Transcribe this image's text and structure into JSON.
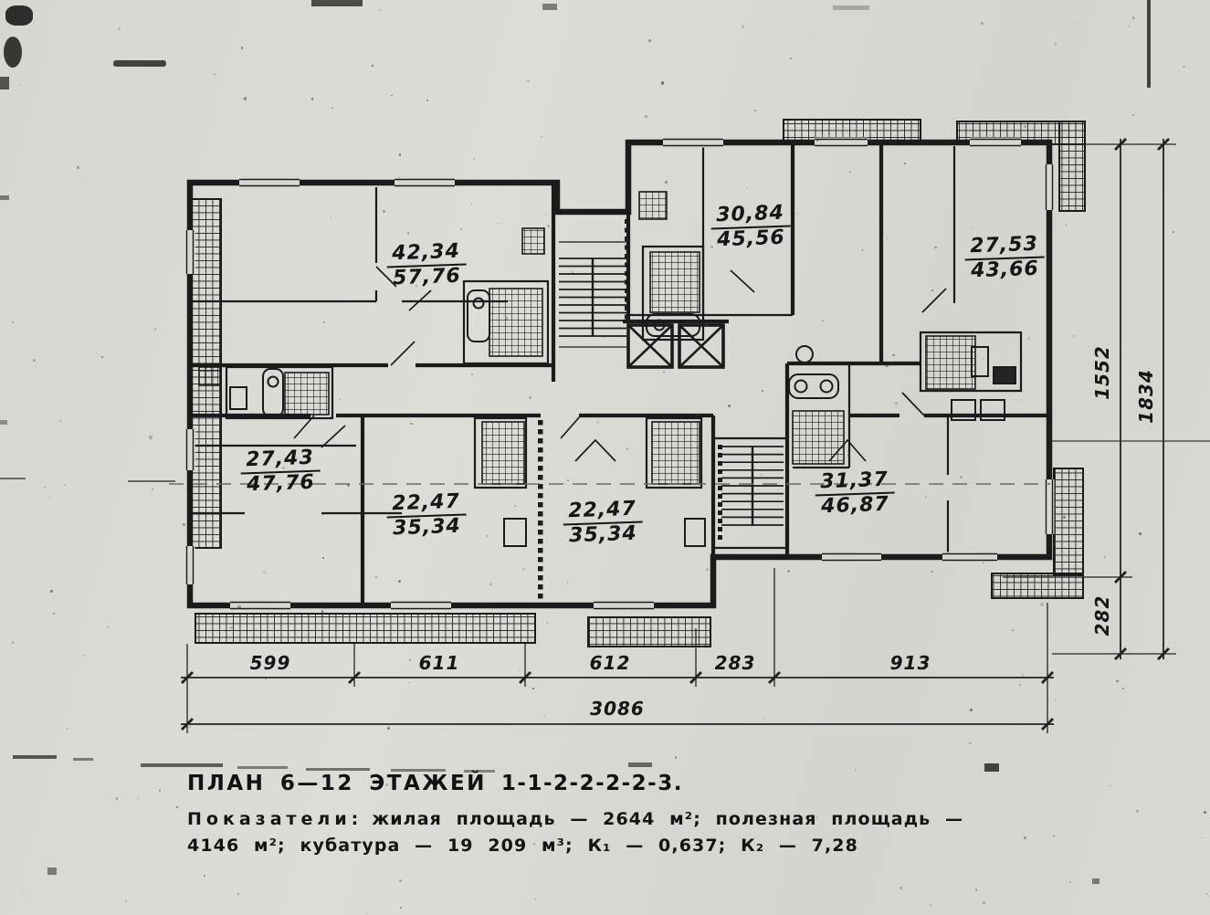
{
  "plan": {
    "title_main": "ПЛАН 6—12 ЭТАЖЕЙ",
    "title_scheme": "1-1-2-2-2-2-3.",
    "notes_label": "Показатели:",
    "notes_line1_rest": "жилая площадь — 2644 м²; полезная площадь —",
    "notes_line2": "4146 м²; кубатура — 19 209 м³; К₁ — 0,637; К₂ — 7,28",
    "apartments": [
      {
        "name": "apartment-top-left",
        "living_area": "42,34",
        "total_area": "57,76"
      },
      {
        "name": "apartment-top-middle",
        "living_area": "30,84",
        "total_area": "45,56"
      },
      {
        "name": "apartment-top-right",
        "living_area": "27,53",
        "total_area": "43,66"
      },
      {
        "name": "apartment-bottom-left",
        "living_area": "27,43",
        "total_area": "47,76"
      },
      {
        "name": "apartment-bottom-mid-1",
        "living_area": "22,47",
        "total_area": "35,34"
      },
      {
        "name": "apartment-bottom-mid-2",
        "living_area": "22,47",
        "total_area": "35,34"
      },
      {
        "name": "apartment-bottom-right",
        "living_area": "31,37",
        "total_area": "46,87"
      }
    ],
    "dimensions": {
      "bottom_segments": [
        "599",
        "611",
        "612",
        "283",
        "913"
      ],
      "bottom_total": "3086",
      "right_segments": [
        "1552",
        "282"
      ],
      "right_total": "1834"
    },
    "ink_color": "#1b1b1b",
    "paper_color": "#d8d7d2"
  }
}
